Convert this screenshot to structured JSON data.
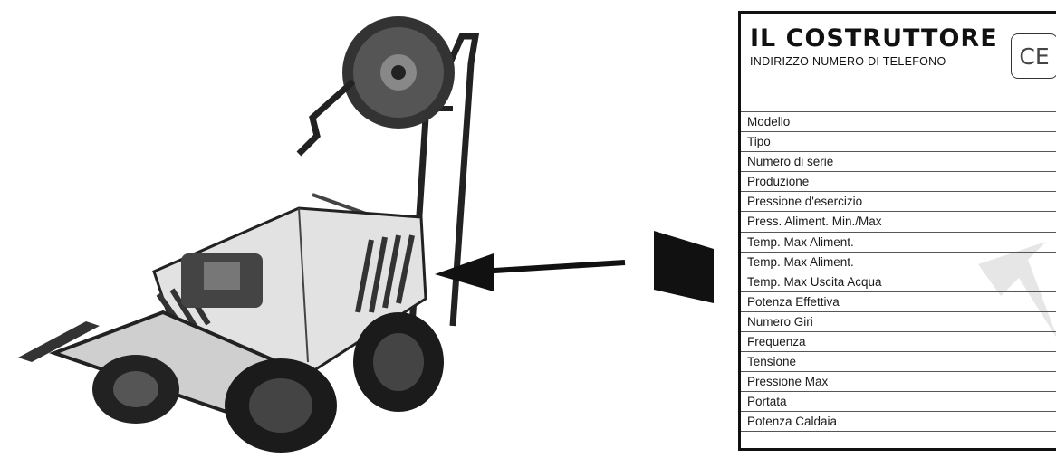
{
  "plate": {
    "manufacturer": "IL COSTRUTTORE",
    "address_line": "INDIRIZZO   NUMERO DI TELEFONO",
    "ce_mark": "CE",
    "fields": [
      "Modello",
      "Tipo",
      "Numero di serie",
      "Produzione",
      "Pressione d'esercizio",
      "Press. Aliment. Min./Max",
      "Temp. Max Aliment.",
      "Temp. Max Aliment.",
      "Temp. Max Uscita Acqua",
      "Potenza Effettiva",
      "Numero Giri",
      "Frequenza",
      "Tensione",
      "Pressione Max",
      "Portata",
      "Potenza Caldaia"
    ]
  },
  "colors": {
    "ink": "#111111",
    "body_grey": "#d9d9d9",
    "watermark": "#e6e6e6"
  }
}
